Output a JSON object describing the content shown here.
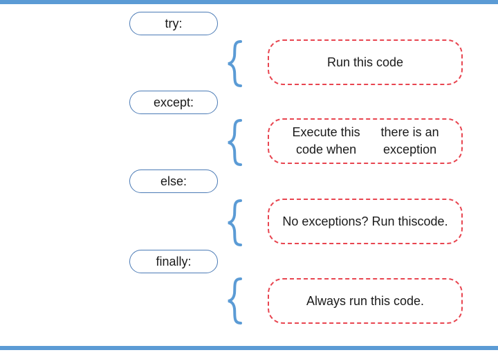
{
  "colors": {
    "rule": "#5b9bd5",
    "keyword_border": "#4a7ab5",
    "brace": "#5b9bd5",
    "action_border": "#e8444f"
  },
  "blocks": [
    {
      "keyword": "try:",
      "action_lines": [
        "Run this code"
      ]
    },
    {
      "keyword": "except:",
      "action_lines": [
        "Execute this code when",
        "there is an exception"
      ]
    },
    {
      "keyword": "else:",
      "action_lines": [
        "No exceptions? Run this",
        "code."
      ]
    },
    {
      "keyword": "finally:",
      "action_lines": [
        "Always run this code."
      ]
    }
  ]
}
